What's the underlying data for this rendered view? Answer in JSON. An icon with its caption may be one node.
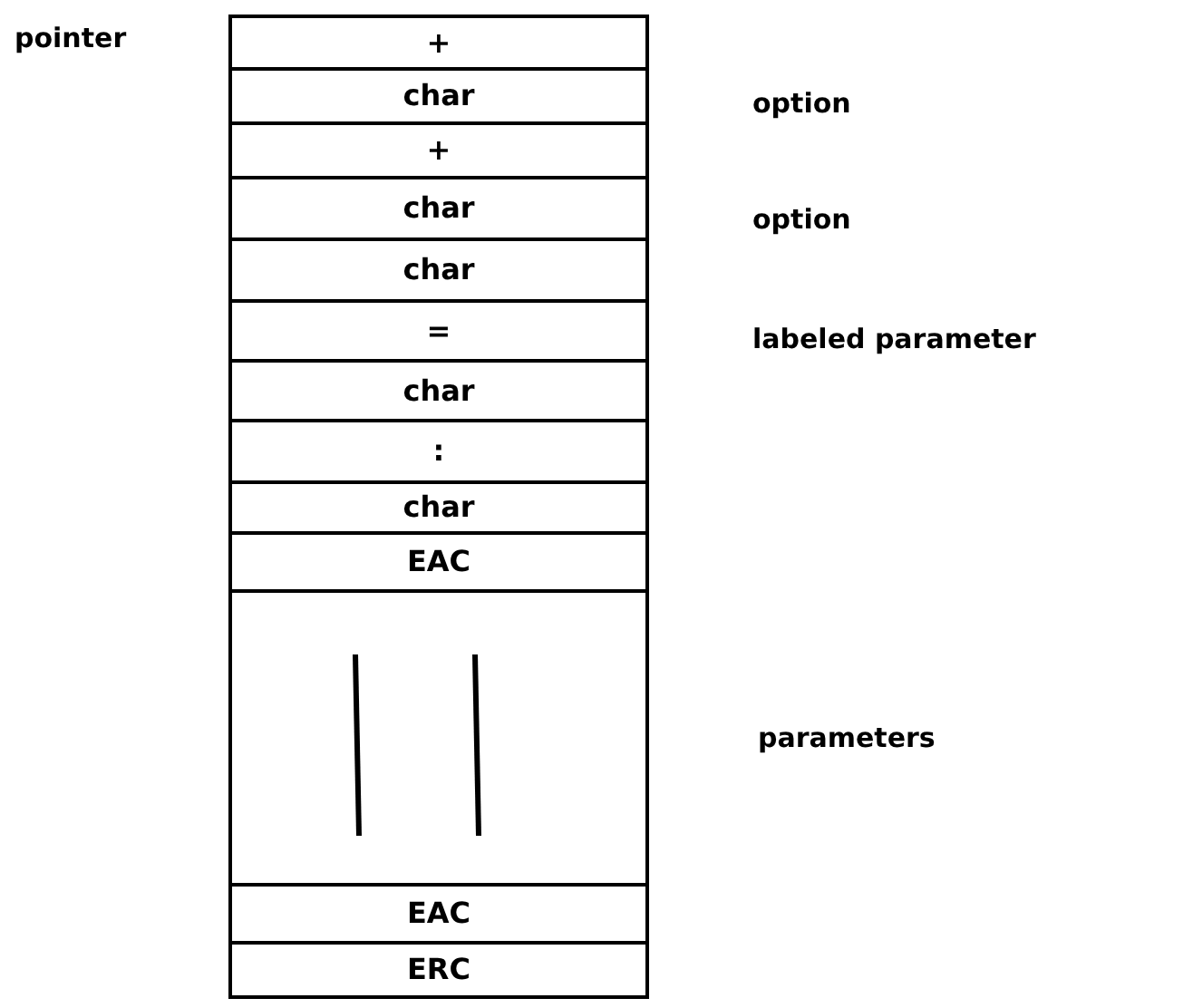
{
  "diagram": {
    "nodes": [
      {
        "text": [
          "+"
        ]
      },
      {
        "text": [
          "char"
        ]
      },
      {
        "text": [
          "+"
        ]
      },
      {
        "text": [
          "char"
        ]
      },
      {
        "text": [
          "char"
        ]
      },
      {
        "text": [
          "="
        ]
      },
      {
        "text": [
          "char"
        ]
      },
      {
        "text": [
          ":"
        ]
      },
      {
        "text": [
          "char"
        ]
      },
      {
        "text": [
          "EAC"
        ]
      },
      {
        "text": [],
        "shape": "box"
      },
      {
        "text": [
          "EAC"
        ]
      },
      {
        "text": [
          "ERC"
        ]
      }
    ],
    "labels": [
      "pointer",
      "option",
      "option",
      "labeled parameter",
      "parameters"
    ]
  }
}
